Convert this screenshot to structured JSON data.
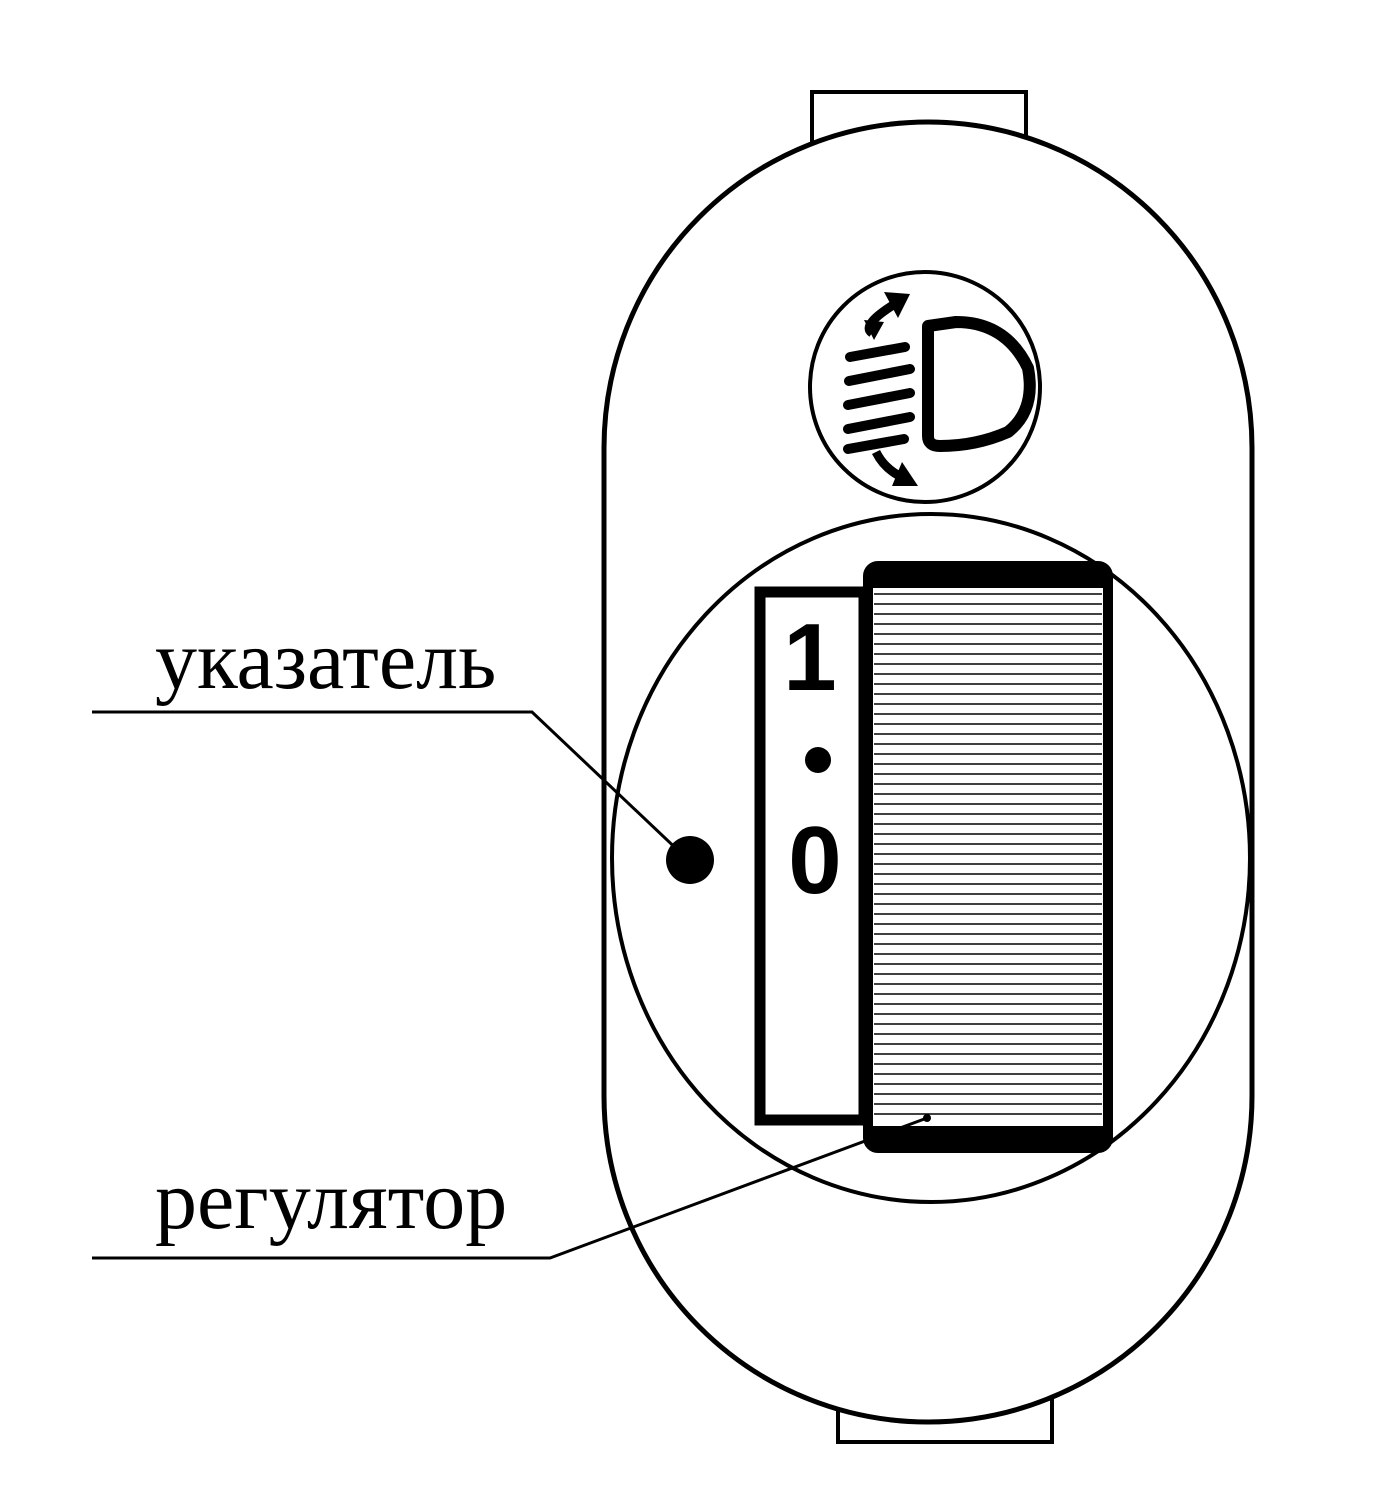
{
  "labels": {
    "indicator": "указатель",
    "regulator": "регулятор"
  },
  "dial": {
    "scale_top": "1",
    "scale_bottom": "0"
  },
  "icons": {
    "headlamp_symbol": "headlamp-beam-adjust-icon"
  },
  "colors": {
    "line": "#000000",
    "background": "#ffffff"
  }
}
